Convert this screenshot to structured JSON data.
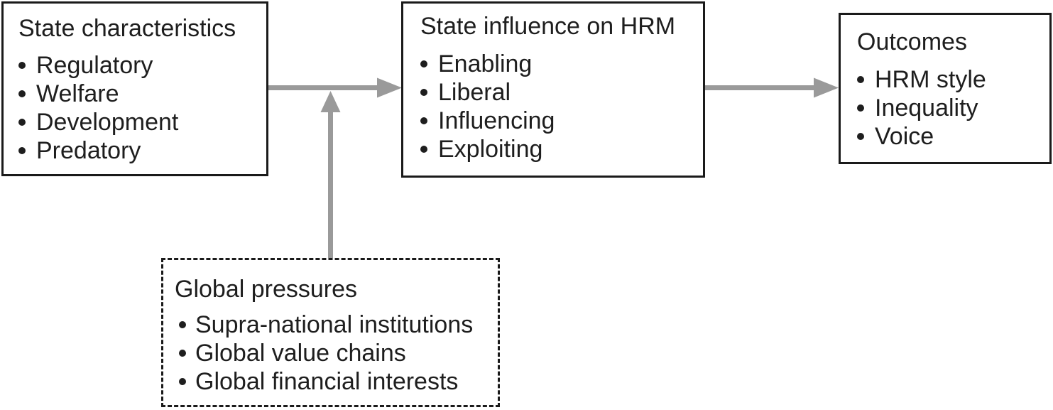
{
  "colors": {
    "arrow": "#9a9a9a",
    "border": "#1a1a1a",
    "text": "#1e1e1e",
    "background": "#ffffff"
  },
  "boxes": {
    "state_characteristics": {
      "title": "State characteristics",
      "items": [
        "Regulatory",
        "Welfare",
        "Development",
        "Predatory"
      ]
    },
    "state_influence": {
      "title": "State influence on HRM",
      "items": [
        "Enabling",
        "Liberal",
        "Influencing",
        "Exploiting"
      ]
    },
    "outcomes": {
      "title": "Outcomes",
      "items": [
        "HRM style",
        "Inequality",
        "Voice"
      ]
    },
    "global_pressures": {
      "title": "Global pressures",
      "items": [
        "Supra-national institutions",
        "Global value chains",
        "Global financial interests"
      ]
    }
  },
  "arrows": [
    {
      "name": "state-characteristics-to-state-influence",
      "from": "state_characteristics",
      "to": "state_influence",
      "direction": "right"
    },
    {
      "name": "state-influence-to-outcomes",
      "from": "state_influence",
      "to": "outcomes",
      "direction": "right"
    },
    {
      "name": "global-pressures-to-junction",
      "from": "global_pressures",
      "to": "state-characteristics-to-state-influence",
      "direction": "up"
    }
  ]
}
